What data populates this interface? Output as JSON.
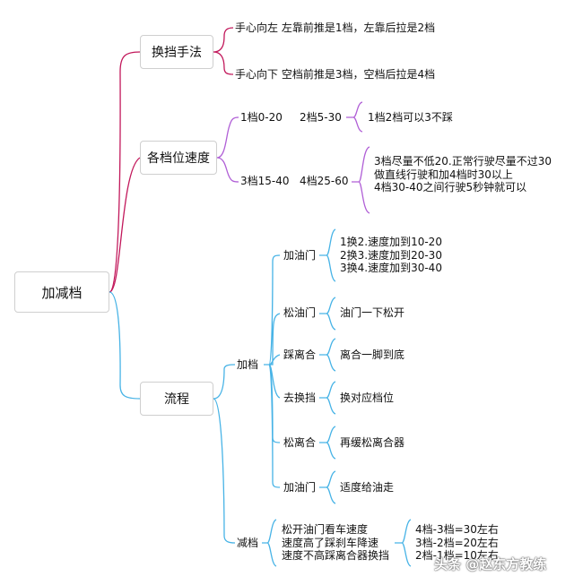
{
  "root": {
    "label": "加减档"
  },
  "branches": {
    "shift_method": {
      "label": "换挡手法",
      "items": [
        "手心向左  左靠前推是1档，左靠后拉是2档",
        "手心向下  空档前推是3档，空档后拉是4档"
      ]
    },
    "gear_speed": {
      "label": "各档位速度",
      "row1": {
        "a": "1档0-20",
        "b": "2档5-30"
      },
      "row1_note": "1档2档可以3不踩",
      "row2": {
        "a": "3档15-40",
        "b": "4档25-60"
      },
      "row2_note": [
        "3档尽量不低20.正常行驶尽量不过30",
        "做直线行驶和加4档时30以上",
        "4档30-40之间行驶5秒钟就可以"
      ]
    },
    "process": {
      "label": "流程",
      "accelerate": {
        "label": "加档",
        "steps": [
          {
            "label": "加油门",
            "detail": [
              "1换2.速度加到10-20",
              "2换3.速度加到20-30",
              "3换4.速度加到30-40"
            ]
          },
          {
            "label": "松油门",
            "detail": [
              "油门一下松开"
            ]
          },
          {
            "label": "踩离合",
            "detail": [
              "离合一脚到底"
            ]
          },
          {
            "label": "去换挡",
            "detail": [
              "换对应档位"
            ]
          },
          {
            "label": "松离合",
            "detail": [
              "再缓松离合器"
            ]
          },
          {
            "label": "加油门",
            "detail": [
              "适度给油走"
            ]
          }
        ]
      },
      "decelerate": {
        "label": "减档",
        "steps": [
          "松开油门看车速度",
          "速度高了踩刹车降速",
          "速度不高踩离合器换挡"
        ],
        "detail": [
          "4档-3档=30左右",
          "3档-2档=20左右",
          "2档-1档=10左右"
        ]
      }
    }
  },
  "watermark": "头条 @赵东方教练",
  "colors": {
    "red": "#c2185b",
    "purple": "#b05fd6",
    "blue": "#47b3e6"
  }
}
